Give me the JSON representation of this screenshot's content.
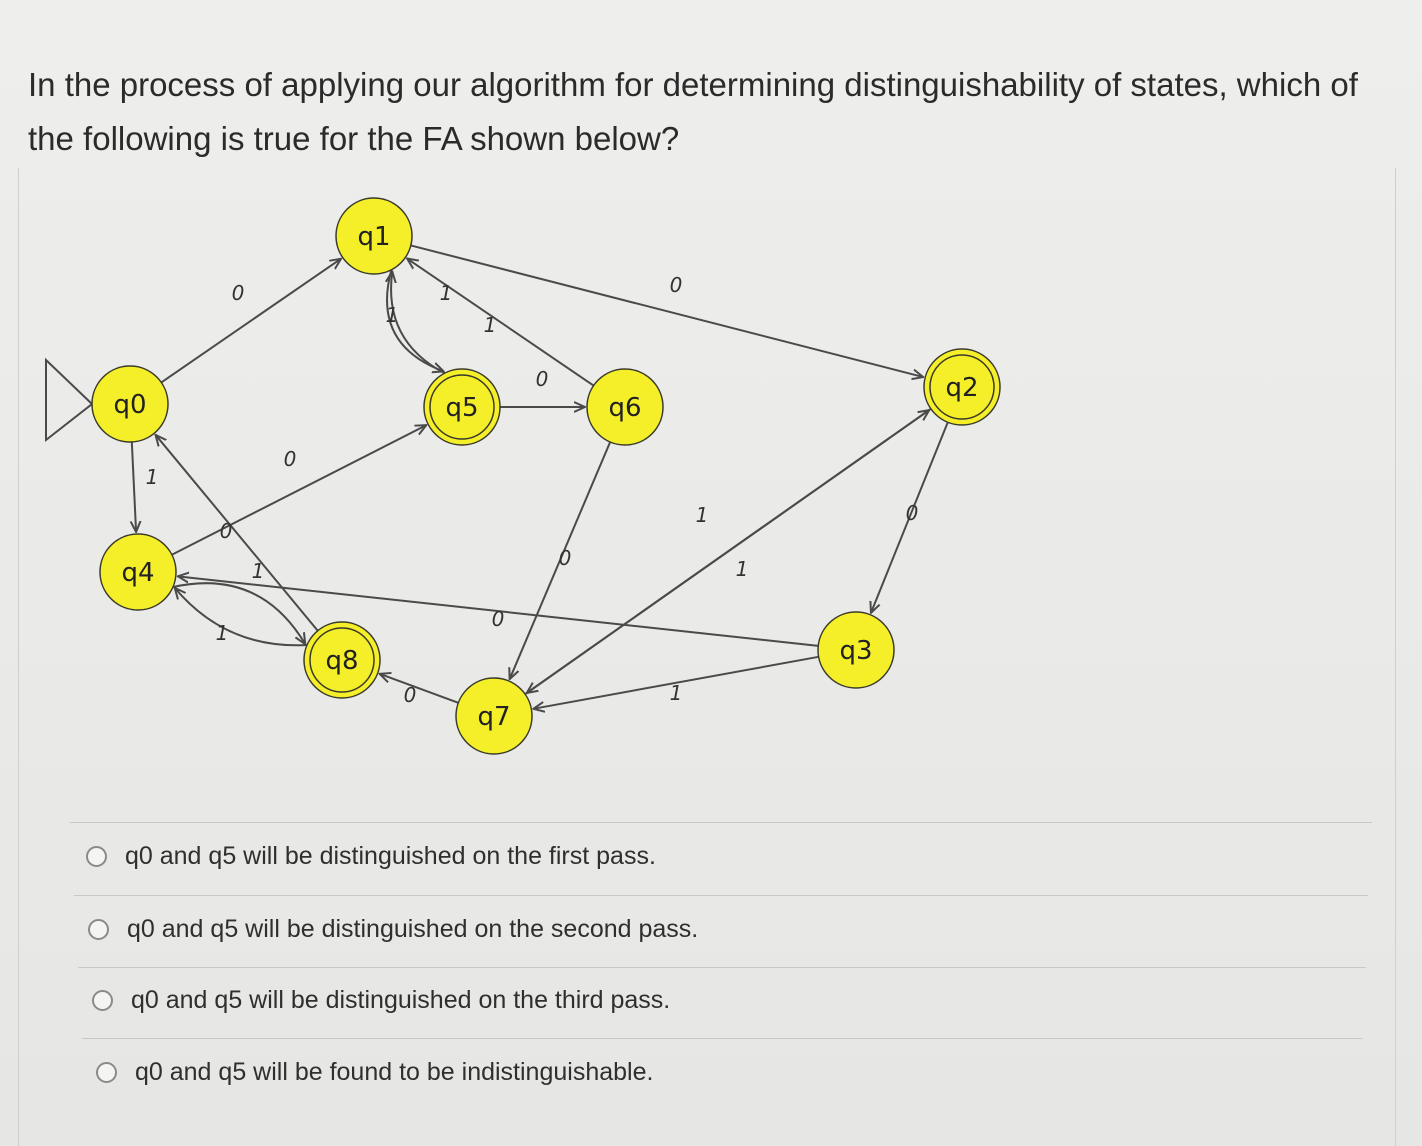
{
  "question": {
    "line1": "In the process of applying our algorithm for determining distinguishability of states, which of",
    "line2": "the following is true for the FA shown below?"
  },
  "diagram": {
    "states": [
      {
        "id": "q0",
        "label": "q0",
        "start": true,
        "accepting": false
      },
      {
        "id": "q1",
        "label": "q1",
        "start": false,
        "accepting": false
      },
      {
        "id": "q2",
        "label": "q2",
        "start": false,
        "accepting": true
      },
      {
        "id": "q3",
        "label": "q3",
        "start": false,
        "accepting": false
      },
      {
        "id": "q4",
        "label": "q4",
        "start": false,
        "accepting": false
      },
      {
        "id": "q5",
        "label": "q5",
        "start": false,
        "accepting": true
      },
      {
        "id": "q6",
        "label": "q6",
        "start": false,
        "accepting": false
      },
      {
        "id": "q7",
        "label": "q7",
        "start": false,
        "accepting": false
      },
      {
        "id": "q8",
        "label": "q8",
        "start": false,
        "accepting": true
      }
    ],
    "transitions": [
      {
        "from": "q0",
        "to": "q1",
        "symbol": "0"
      },
      {
        "from": "q0",
        "to": "q4",
        "symbol": "1"
      },
      {
        "from": "q1",
        "to": "q2",
        "symbol": "0"
      },
      {
        "from": "q1",
        "to": "q5",
        "symbol": "1"
      },
      {
        "from": "q5",
        "to": "q1",
        "symbol": "1"
      },
      {
        "from": "q6",
        "to": "q1",
        "symbol": "1"
      },
      {
        "from": "q5",
        "to": "q6",
        "symbol": "0"
      },
      {
        "from": "q6",
        "to": "q7",
        "symbol": "0"
      },
      {
        "from": "q4",
        "to": "q5",
        "symbol": "0"
      },
      {
        "from": "q4",
        "to": "q8",
        "symbol": "1"
      },
      {
        "from": "q8",
        "to": "q4",
        "symbol": "1"
      },
      {
        "from": "q8",
        "to": "q0",
        "symbol": "0"
      },
      {
        "from": "q7",
        "to": "q8",
        "symbol": "0"
      },
      {
        "from": "q7",
        "to": "q2",
        "symbol": "1"
      },
      {
        "from": "q2",
        "to": "q7",
        "symbol": "1"
      },
      {
        "from": "q2",
        "to": "q3",
        "symbol": "0"
      },
      {
        "from": "q3",
        "to": "q4",
        "symbol": "0"
      },
      {
        "from": "q3",
        "to": "q7",
        "symbol": "1"
      }
    ],
    "colors": {
      "state_fill": "#f5ef2a",
      "state_stroke": "#3a3a2a",
      "edge": "#4a4a4a"
    }
  },
  "options": [
    {
      "label": "q0 and q5 will be distinguished on the first pass."
    },
    {
      "label": "q0 and q5 will be distinguished on the second pass."
    },
    {
      "label": "q0 and q5 will be distinguished on the third pass."
    },
    {
      "label": "q0 and q5 will be found to be indistinguishable."
    }
  ]
}
